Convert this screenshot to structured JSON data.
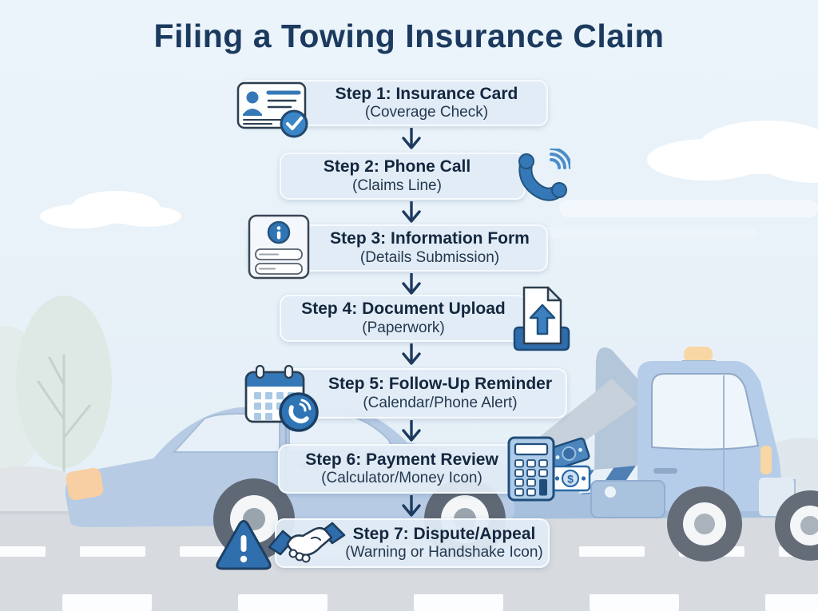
{
  "title": "Filing a Towing Insurance Claim",
  "colors": {
    "background": "#e9f2f8",
    "box_background": "#e0ebf5",
    "title_text": "#1c3a5f",
    "step_text": "#14273e",
    "subtitle_text": "#24384f",
    "accent_blue": "#3578b7",
    "dark_outline": "#24456b",
    "arrow": "#1d3a5e",
    "road": "#d7dbdf",
    "vehicle_blue": "#b7cbe4",
    "beacon_orange": "#f8d7a4"
  },
  "steps": [
    {
      "label": "Step 1: Insurance Card",
      "sublabel": "(Coverage Check)",
      "icon": "insurance-card-check-icon"
    },
    {
      "label": "Step 2: Phone Call",
      "sublabel": "(Claims Line)",
      "icon": "phone-call-icon"
    },
    {
      "label": "Step 3: Information Form",
      "sublabel": "(Details Submission)",
      "icon": "information-form-icon"
    },
    {
      "label": "Step 4: Document Upload",
      "sublabel": "(Paperwork)",
      "icon": "document-upload-icon"
    },
    {
      "label": "Step 5: Follow-Up Reminder",
      "sublabel": "(Calendar/Phone Alert)",
      "icon": "calendar-phone-alert-icon"
    },
    {
      "label": "Step 6: Payment Review",
      "sublabel": "(Calculator/Money Icon)",
      "icon": "calculator-money-icon"
    },
    {
      "label": "Step 7: Dispute/Appeal",
      "sublabel": "(Warning or Handshake Icon)",
      "icon": "warning-handshake-icon"
    }
  ]
}
